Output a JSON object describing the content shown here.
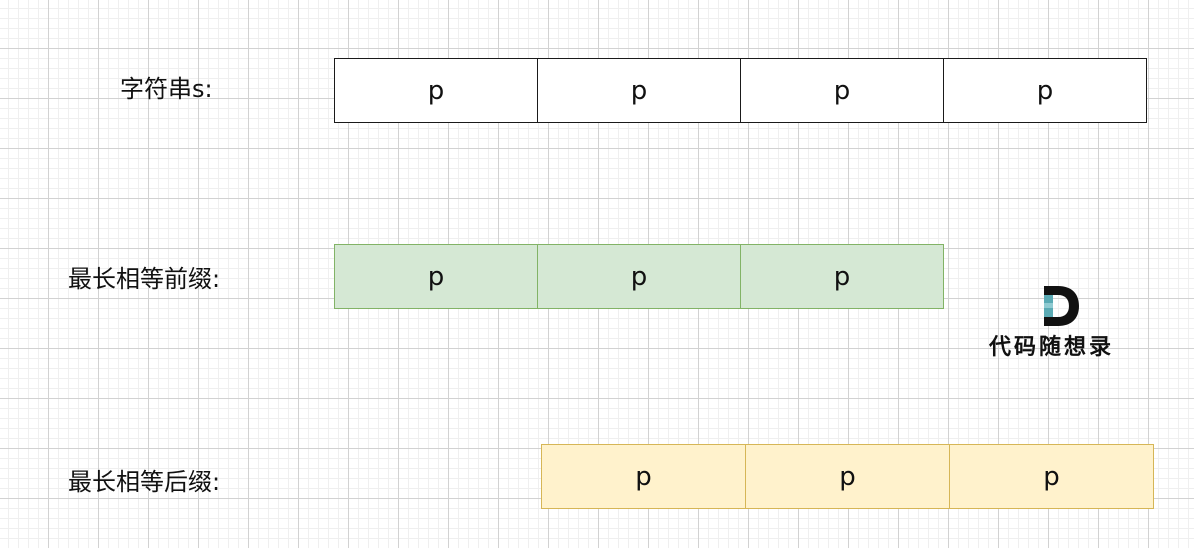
{
  "rows": {
    "s": {
      "label": "字符串s:",
      "cells": [
        "p",
        "p",
        "p",
        "p"
      ]
    },
    "prefix": {
      "label": "最长相等前缀:",
      "cells": [
        "p",
        "p",
        "p"
      ]
    },
    "suffix": {
      "label": "最长相等后缀:",
      "cells": [
        "p",
        "p",
        "p"
      ]
    }
  },
  "logo": {
    "text": "代码随想录",
    "icon": "letter-d-logo-icon"
  },
  "colors": {
    "prefix_fill": "#d5e8d4",
    "prefix_border": "#82b366",
    "suffix_fill": "#fff2cc",
    "suffix_border": "#d6b656",
    "string_border": "#1a1a1a",
    "logo_accent": "#5aaab4"
  }
}
